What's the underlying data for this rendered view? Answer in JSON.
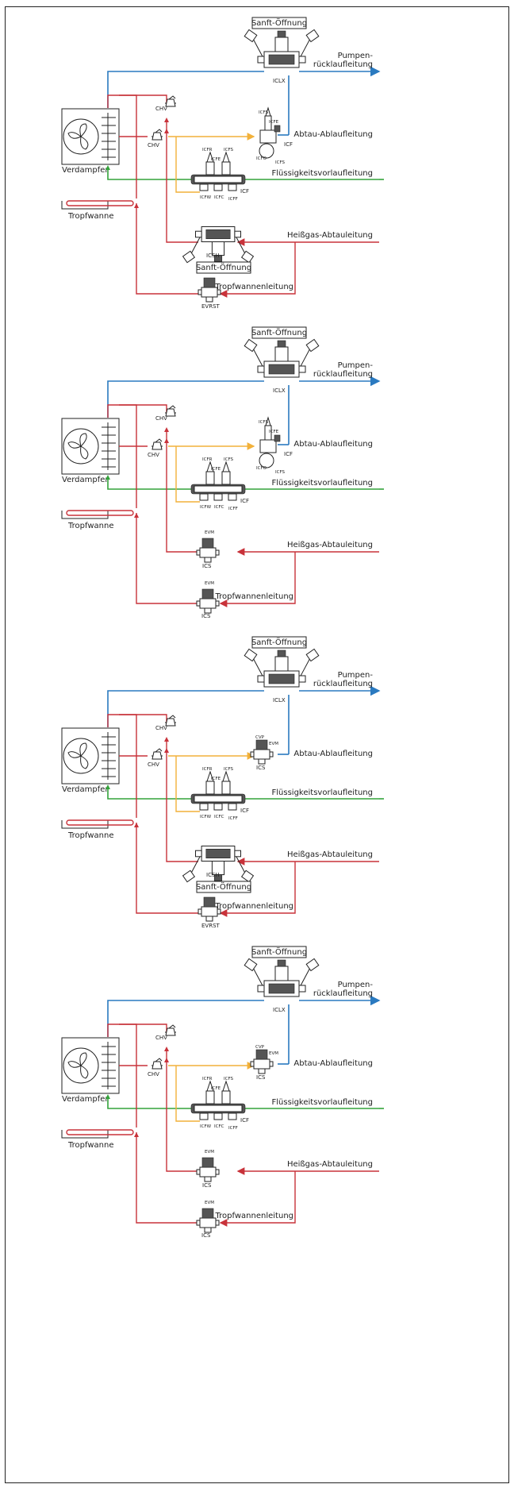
{
  "labels": {
    "soft_opening": "Sanft-Öffnung",
    "pump_return_1": "Pumpen-",
    "pump_return_2": "rücklaufleitung",
    "defrost_drain": "Abtau-Ablaufleitung",
    "liquid_feed": "Flüssigkeitsvorlaufleitung",
    "hotgas_defrost": "Heißgas-Abtauleitung",
    "drip_tray_line": "Tropfwannenleitung",
    "evaporator": "Verdampfer",
    "drip_tray": "Tropfwanne"
  },
  "valves": {
    "iclx": "ICLX",
    "icf": "ICF",
    "chv": "CHV",
    "icsh": "ICSH",
    "evrst": "EVRST",
    "ics": "ICS",
    "icfs": "ICFS",
    "icfe": "ICFE",
    "icfo": "ICFO",
    "icfr": "ICFR",
    "icfw": "ICFW",
    "icfc": "ICFC",
    "icff": "ICFF",
    "evm": "EVM",
    "cvp": "CVP"
  },
  "colors": {
    "hot_gas": "#c8323a",
    "suction": "#2a7ac0",
    "liquid": "#33a33a",
    "drain": "#f2b13a"
  },
  "diagrams": [
    {
      "drain_valve": "ICF",
      "hotgas_valve": "ICSH",
      "tray_valve": "EVRST"
    },
    {
      "drain_valve": "ICF",
      "hotgas_valve": "ICS",
      "tray_valve": "ICS"
    },
    {
      "drain_valve": "ICS",
      "hotgas_valve": "ICSH",
      "tray_valve": "EVRST"
    },
    {
      "drain_valve": "ICS",
      "hotgas_valve": "ICS",
      "tray_valve": "ICS"
    }
  ]
}
